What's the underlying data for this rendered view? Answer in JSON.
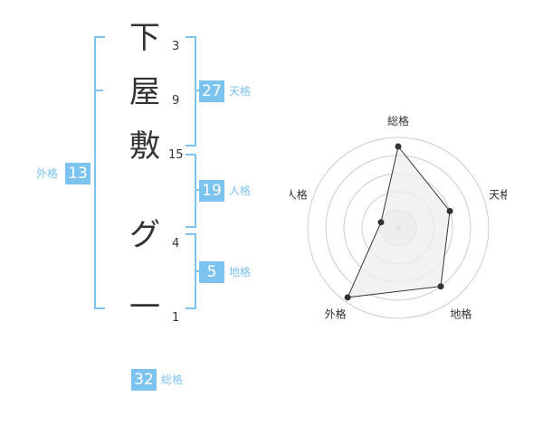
{
  "name": {
    "characters": [
      {
        "char": "下",
        "strokes": "3"
      },
      {
        "char": "屋",
        "strokes": "9"
      },
      {
        "char": "敷",
        "strokes": "15"
      },
      {
        "char": "グ",
        "strokes": "4"
      },
      {
        "char": "一",
        "strokes": "1"
      }
    ]
  },
  "kaku": {
    "tenkaku": {
      "value": "27",
      "label": "天格"
    },
    "jinkaku": {
      "value": "19",
      "label": "人格"
    },
    "chikaku": {
      "value": "5",
      "label": "地格"
    },
    "gaikaku": {
      "value": "13",
      "label": "外格"
    },
    "soukaku": {
      "value": "32",
      "label": "総格"
    }
  },
  "chart_data": {
    "type": "radar",
    "axes": [
      "総格",
      "天格",
      "地格",
      "外格",
      "人格"
    ],
    "values": [
      0.9,
      0.6,
      0.8,
      0.95,
      0.2
    ],
    "colors": {
      "fill": "#eeeeee",
      "line": "#333333",
      "grid": "#cccccc",
      "accent": "#7cc3ef"
    }
  }
}
